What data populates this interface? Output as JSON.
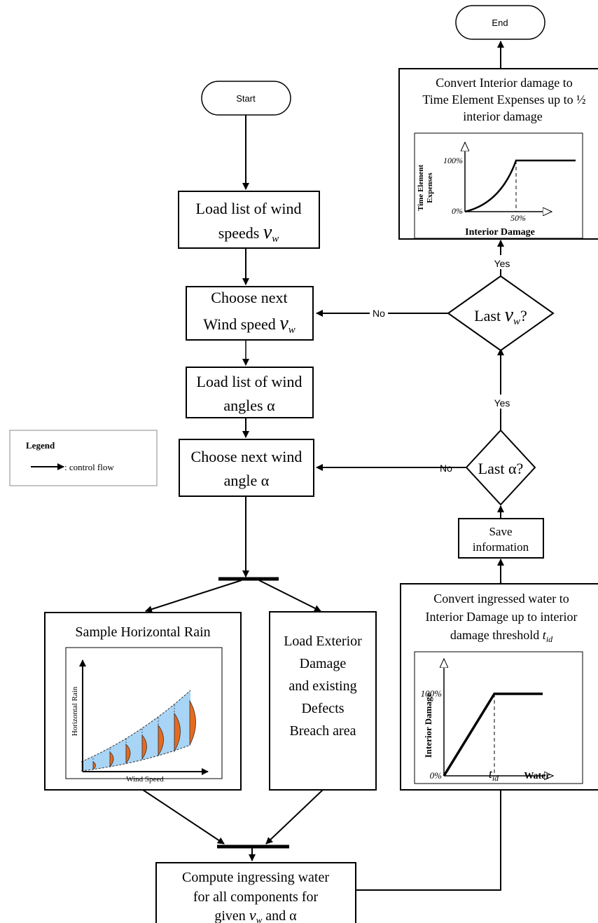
{
  "nodes": {
    "start": "Start",
    "end": "End",
    "load_speeds": [
      "Load list of wind",
      "speeds "
    ],
    "choose_speed": [
      "Choose next",
      "Wind speed "
    ],
    "load_angles": [
      "Load list of wind",
      "angles α"
    ],
    "choose_angle": [
      "Choose next wind",
      "angle α"
    ],
    "sample_rain": "Sample Horizontal Rain",
    "load_exterior": [
      "Load Exterior",
      "Damage",
      "and existing",
      "Defects",
      "Breach area"
    ],
    "compute": [
      "Compute ingressing water",
      "for all components for",
      "given ",
      " and  α"
    ],
    "convert_ingress": [
      "Convert ingressed water to",
      "Interior Damage up to interior",
      "damage threshold "
    ],
    "save": [
      "Save",
      "information"
    ],
    "last_alpha": "Last α?",
    "last_v": [
      "Last ",
      "?"
    ],
    "convert_interior": [
      "Convert Interior damage to",
      "Time Element Expenses up to ½",
      "interior damage"
    ]
  },
  "symbols": {
    "v": "v",
    "w": "w",
    "t": "t",
    "id": "id"
  },
  "edges": {
    "no": "No",
    "yes": "Yes"
  },
  "legend": {
    "title": "Legend",
    "item": ": control flow"
  },
  "rain_chart": {
    "ylabel": "Horizontal Rain",
    "xlabel": "Wind Speed"
  },
  "interior_chart": {
    "ylabel": "Interior Damage",
    "xlabel": "Water",
    "y_top": "100%",
    "y_bottom": "0%",
    "x_tick": "t",
    "x_tick_sub": "id"
  },
  "expense_chart": {
    "ylabel_line1": "Time Element",
    "ylabel_line2": "Expenses",
    "xlabel": "Interior Damage",
    "y_top": "100%",
    "y_bottom": "0%",
    "x_tick": "50%"
  },
  "colors": {
    "line": "#000000",
    "rain_fill": "#a8d4f5",
    "distribution_fill": "#e86a1e"
  }
}
